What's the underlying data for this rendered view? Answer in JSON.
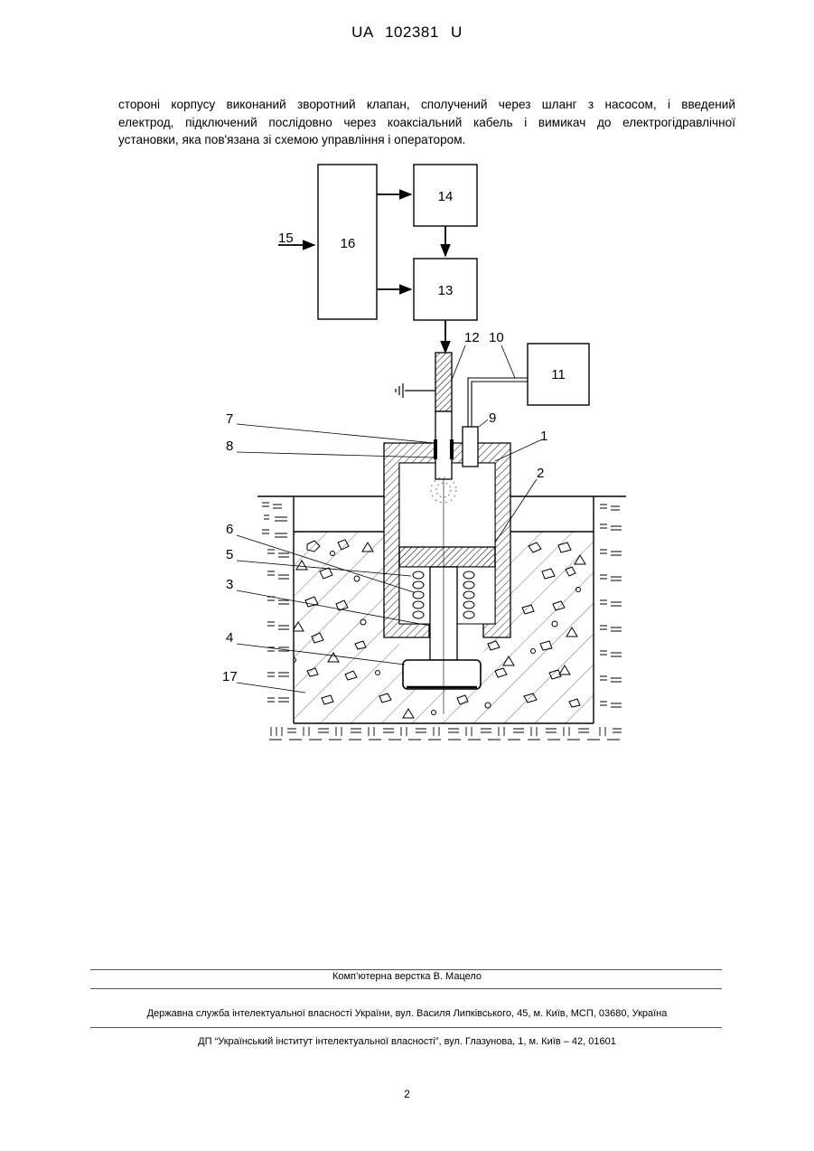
{
  "header": {
    "doc_id": "UA   102381   U"
  },
  "body": {
    "lines": [
      "стороні корпусу виконаний зворотний клапан, сполучений через шланг з насосом, і введений",
      "електрод, підключений послідовно через коаксіальний кабель і вимикач до електрогідравлічної",
      "установки, яка пов'язана зі схемою управління і оператором."
    ]
  },
  "figure": {
    "blocks": {
      "b16": "16",
      "b14": "14",
      "b13": "13",
      "b11": "11"
    },
    "labels": {
      "l15": "15",
      "l12": "12",
      "l10": "10",
      "l9": "9",
      "l7": "7",
      "l8": "8",
      "l1": "1",
      "l2": "2",
      "l6": "6",
      "l5": "5",
      "l3": "3",
      "l4": "4",
      "l17": "17"
    }
  },
  "footer": {
    "typesetting": "Комп’ютерна верстка В. Мацело",
    "agency": "Державна служба інтелектуальної власності України, вул. Василя Липківського, 45, м. Київ, МСП, 03680, Україна",
    "institute": "ДП “Український інститут інтелектуальної власності”, вул. Глазунова, 1, м. Київ – 42, 01601"
  },
  "page_number": "2"
}
